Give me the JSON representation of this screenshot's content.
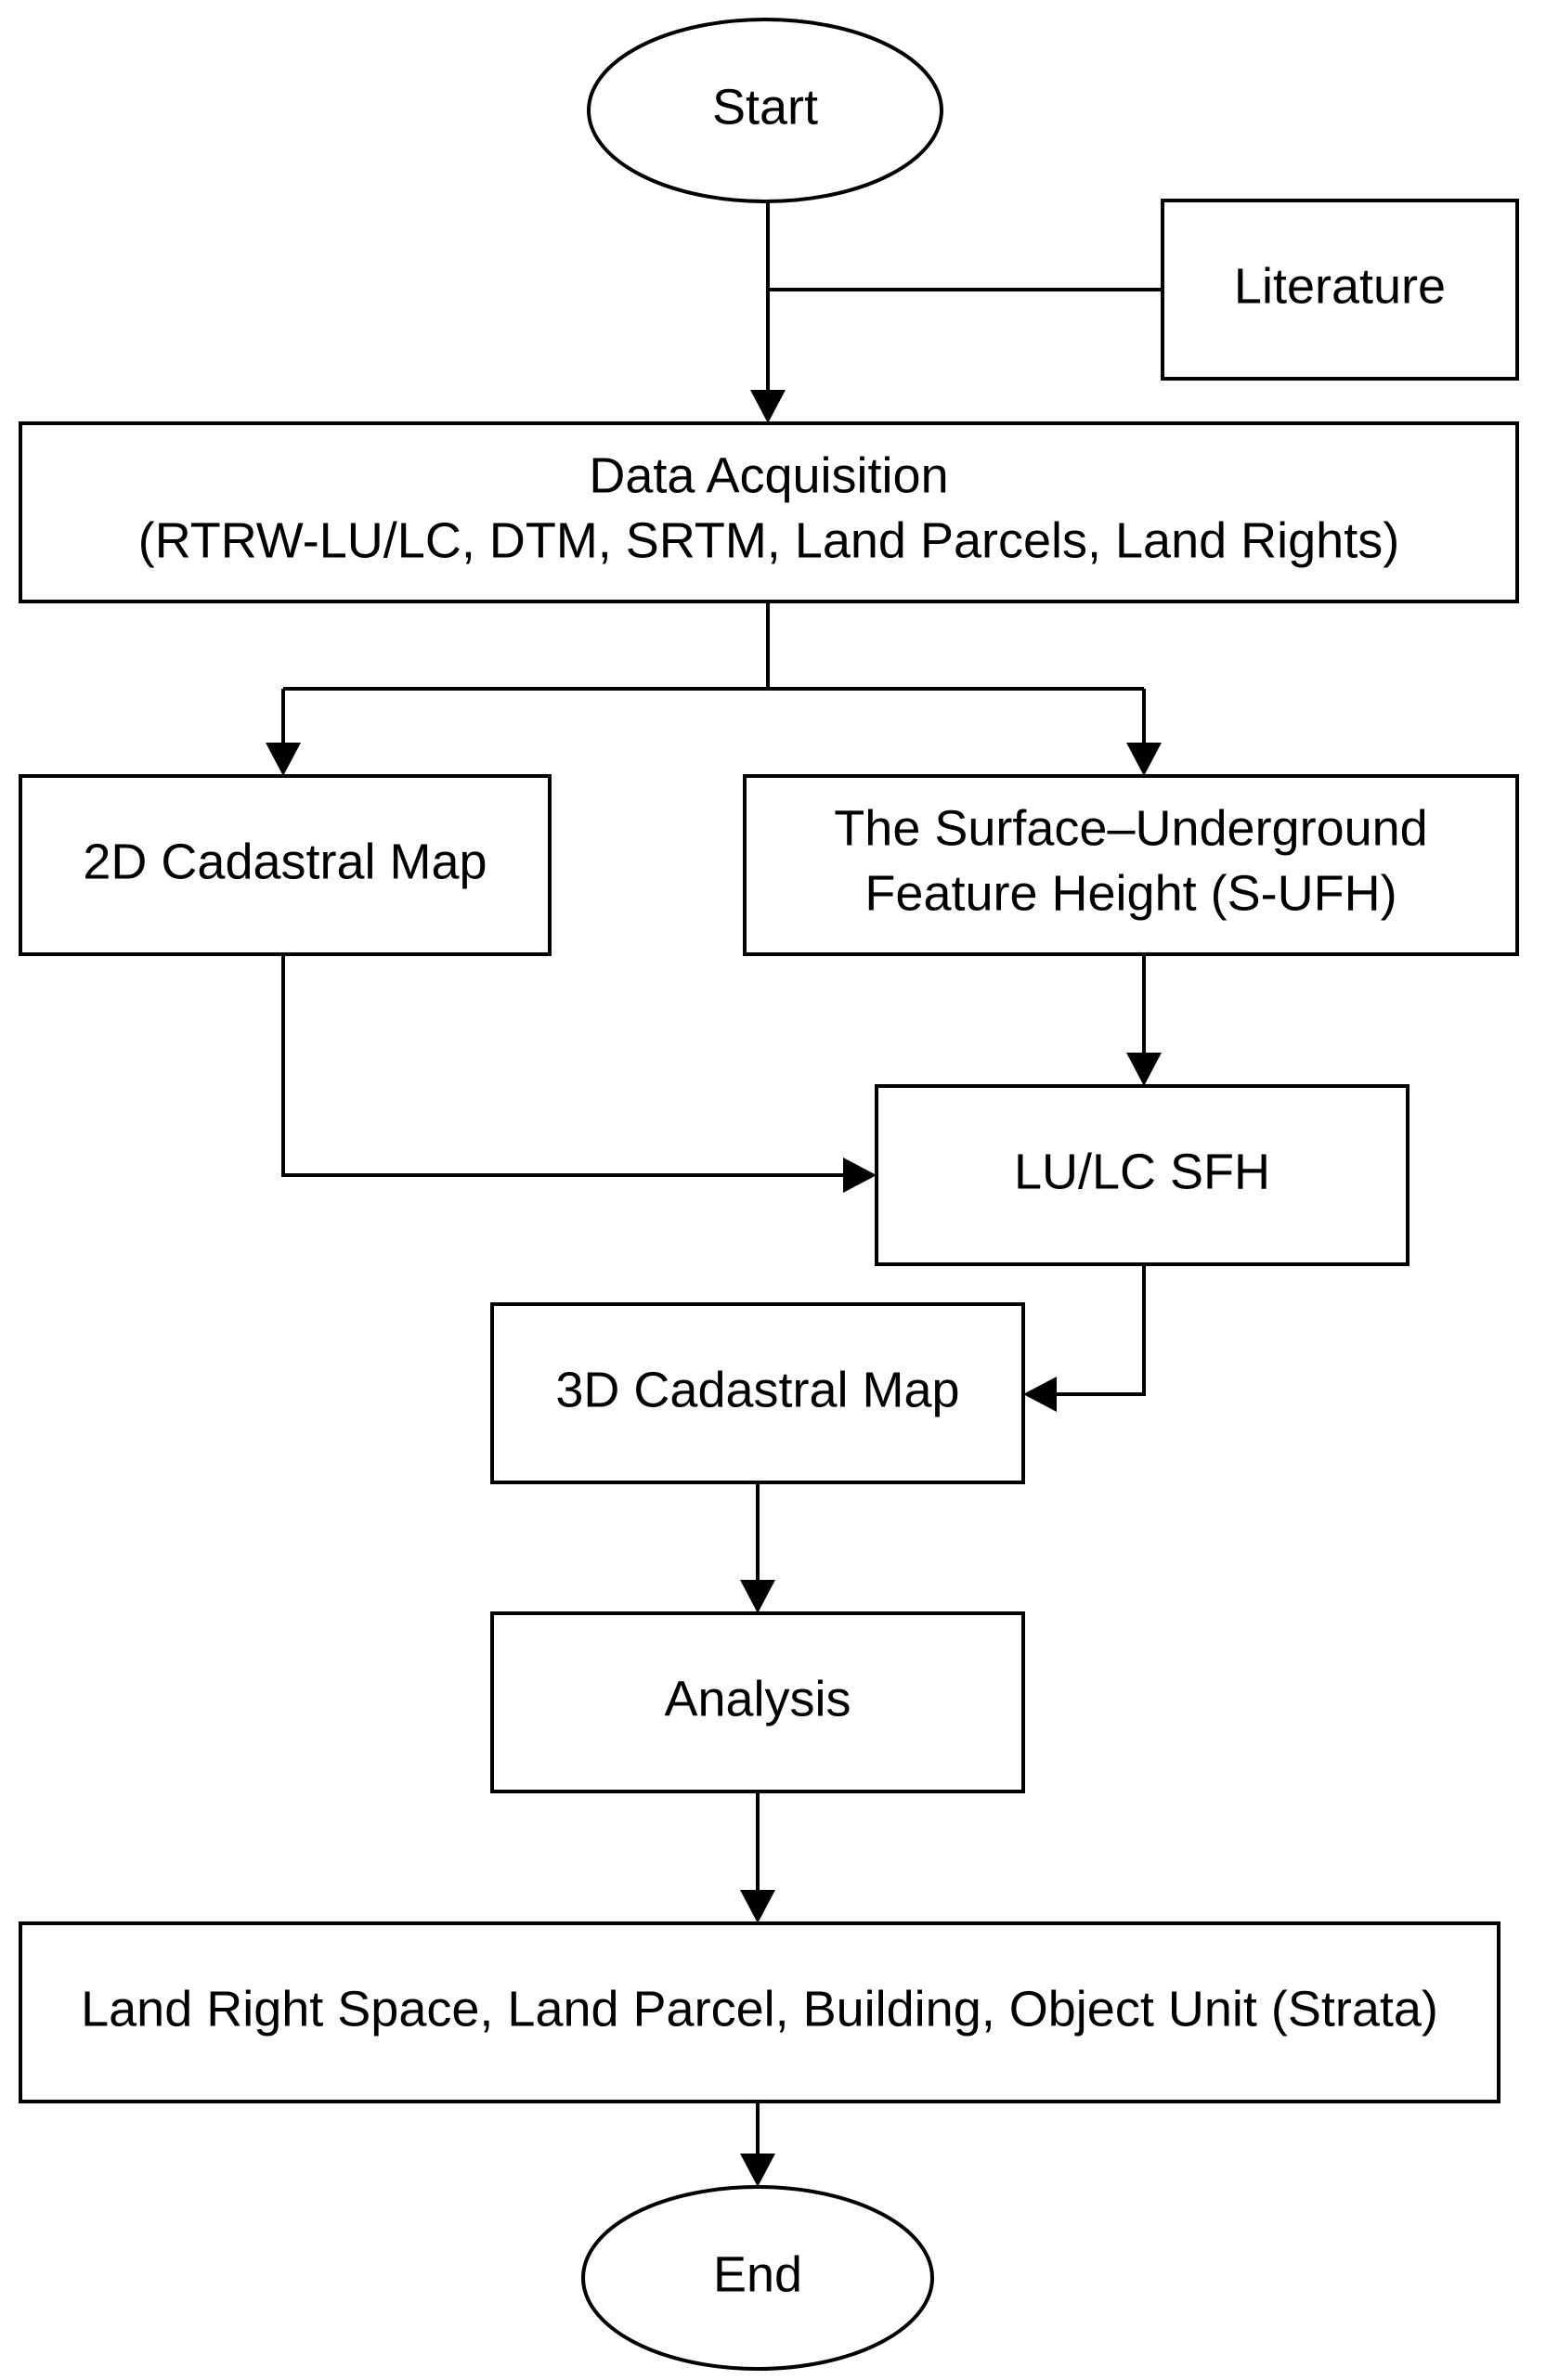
{
  "flowchart": {
    "start": "Start",
    "literature": "Literature",
    "data_acquisition": {
      "line1": "Data Acquisition",
      "line2": "(RTRW-LU/LC, DTM, SRTM, Land Parcels, Land Rights)"
    },
    "cadastral_2d": "2D Cadastral Map",
    "s_ufh": {
      "line1": "The Surface–Underground",
      "line2": "Feature Height (S-UFH)"
    },
    "lulc_sfh": "LU/LC SFH",
    "cadastral_3d": "3D Cadastral Map",
    "analysis": "Analysis",
    "output": "Land Right Space, Land Parcel, Building, Object Unit (Strata)",
    "end": "End"
  }
}
